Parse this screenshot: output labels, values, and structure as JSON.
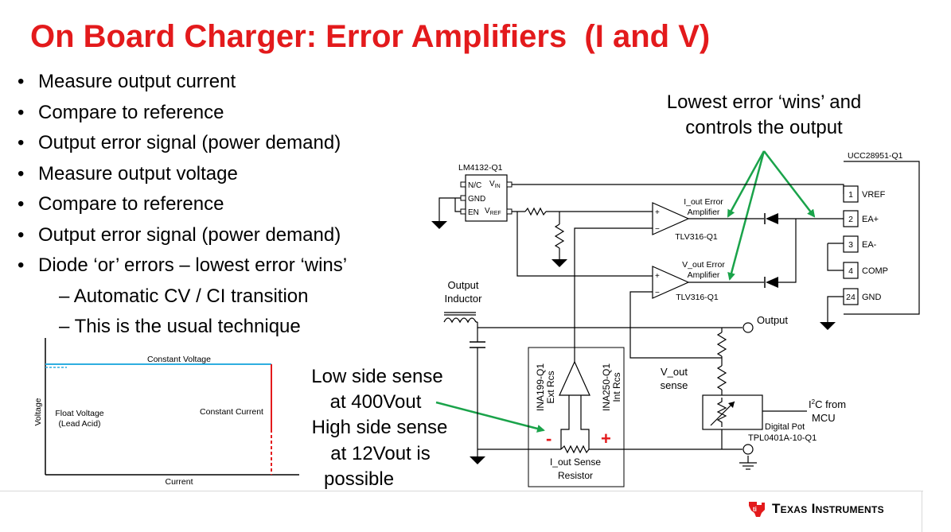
{
  "title": "On Board Charger: Error Amplifiers  (I and V)",
  "bullets": [
    {
      "level": 1,
      "text": "Measure output current"
    },
    {
      "level": 1,
      "text": "Compare to reference"
    },
    {
      "level": 1,
      "text": "Output error signal (power demand)"
    },
    {
      "level": 1,
      "text": "Measure output voltage"
    },
    {
      "level": 1,
      "text": "Compare to reference"
    },
    {
      "level": 1,
      "text": "Output error signal (power demand)"
    },
    {
      "level": 1,
      "text": "Diode ‘or’ errors – lowest error ‘wins’"
    },
    {
      "level": 2,
      "text": "– Automatic CV / CI transition"
    },
    {
      "level": 2,
      "text": "– This is the usual technique"
    }
  ],
  "graph": {
    "top_label": "Constant Voltage",
    "left_label_1": "Float Voltage",
    "left_label_2": "(Lead Acid)",
    "right_label": "Constant Current",
    "ylabel": "Voltage",
    "xlabel": "Current"
  },
  "annotations": {
    "lowest_error_1": "Lowest error ‘wins’ and",
    "lowest_error_2": "controls the output",
    "low_side_1": "Low side sense",
    "low_side_2": "at 400Vout",
    "high_side_1": "High side sense",
    "high_side_2": "at 12Vout is",
    "high_side_3": "possible"
  },
  "schematic": {
    "lm4132": {
      "name": "LM4132-Q1",
      "pin_nc": "N/C",
      "pin_gnd": "GND",
      "pin_en": "EN",
      "pin_vin": "V",
      "pin_vin_sub": "IN",
      "pin_vref": "V",
      "pin_vref_sub": "REF"
    },
    "ucc": {
      "name": "UCC28951-Q1",
      "pins": [
        {
          "num": "1",
          "name": "VREF"
        },
        {
          "num": "2",
          "name": "EA+"
        },
        {
          "num": "3",
          "name": "EA-"
        },
        {
          "num": "4",
          "name": "COMP"
        },
        {
          "num": "24",
          "name": "GND"
        }
      ]
    },
    "iout_amp_1": "I_out Error",
    "iout_amp_2": "Amplifier",
    "iout_part": "TLV316-Q1",
    "vout_amp_1": "V_out Error",
    "vout_amp_2": "Amplifier",
    "vout_part": "TLV316-Q1",
    "output_inductor_1": "Output",
    "output_inductor_2": "Inductor",
    "output_label": "Output",
    "vout_sense_1": "V_out",
    "vout_sense_2": "sense",
    "ina199_1": "INA199-Q1",
    "ina199_2": "Ext Rcs",
    "ina250_1": "INA250-Q1",
    "ina250_2": "Int Rcs",
    "sense_res_1": "I_out Sense",
    "sense_res_2": "Resistor",
    "i2c_1": "I",
    "i2c_sup": "2",
    "i2c_2": "C from",
    "i2c_3": "MCU",
    "digital_pot_1": "Digital Pot",
    "digital_pot_2": "TPL0401A-10-Q1",
    "minus": "-",
    "plus": "+",
    "opamp_minus": "−",
    "opamp_plus": "+"
  },
  "footer": {
    "company": "Texas Instruments"
  },
  "colors": {
    "title": "#e31a1c",
    "arrow": "#1aa34a",
    "cv_line": "#2eaee0",
    "cc_line": "#e31a1c",
    "sign": "#e31a1c"
  }
}
